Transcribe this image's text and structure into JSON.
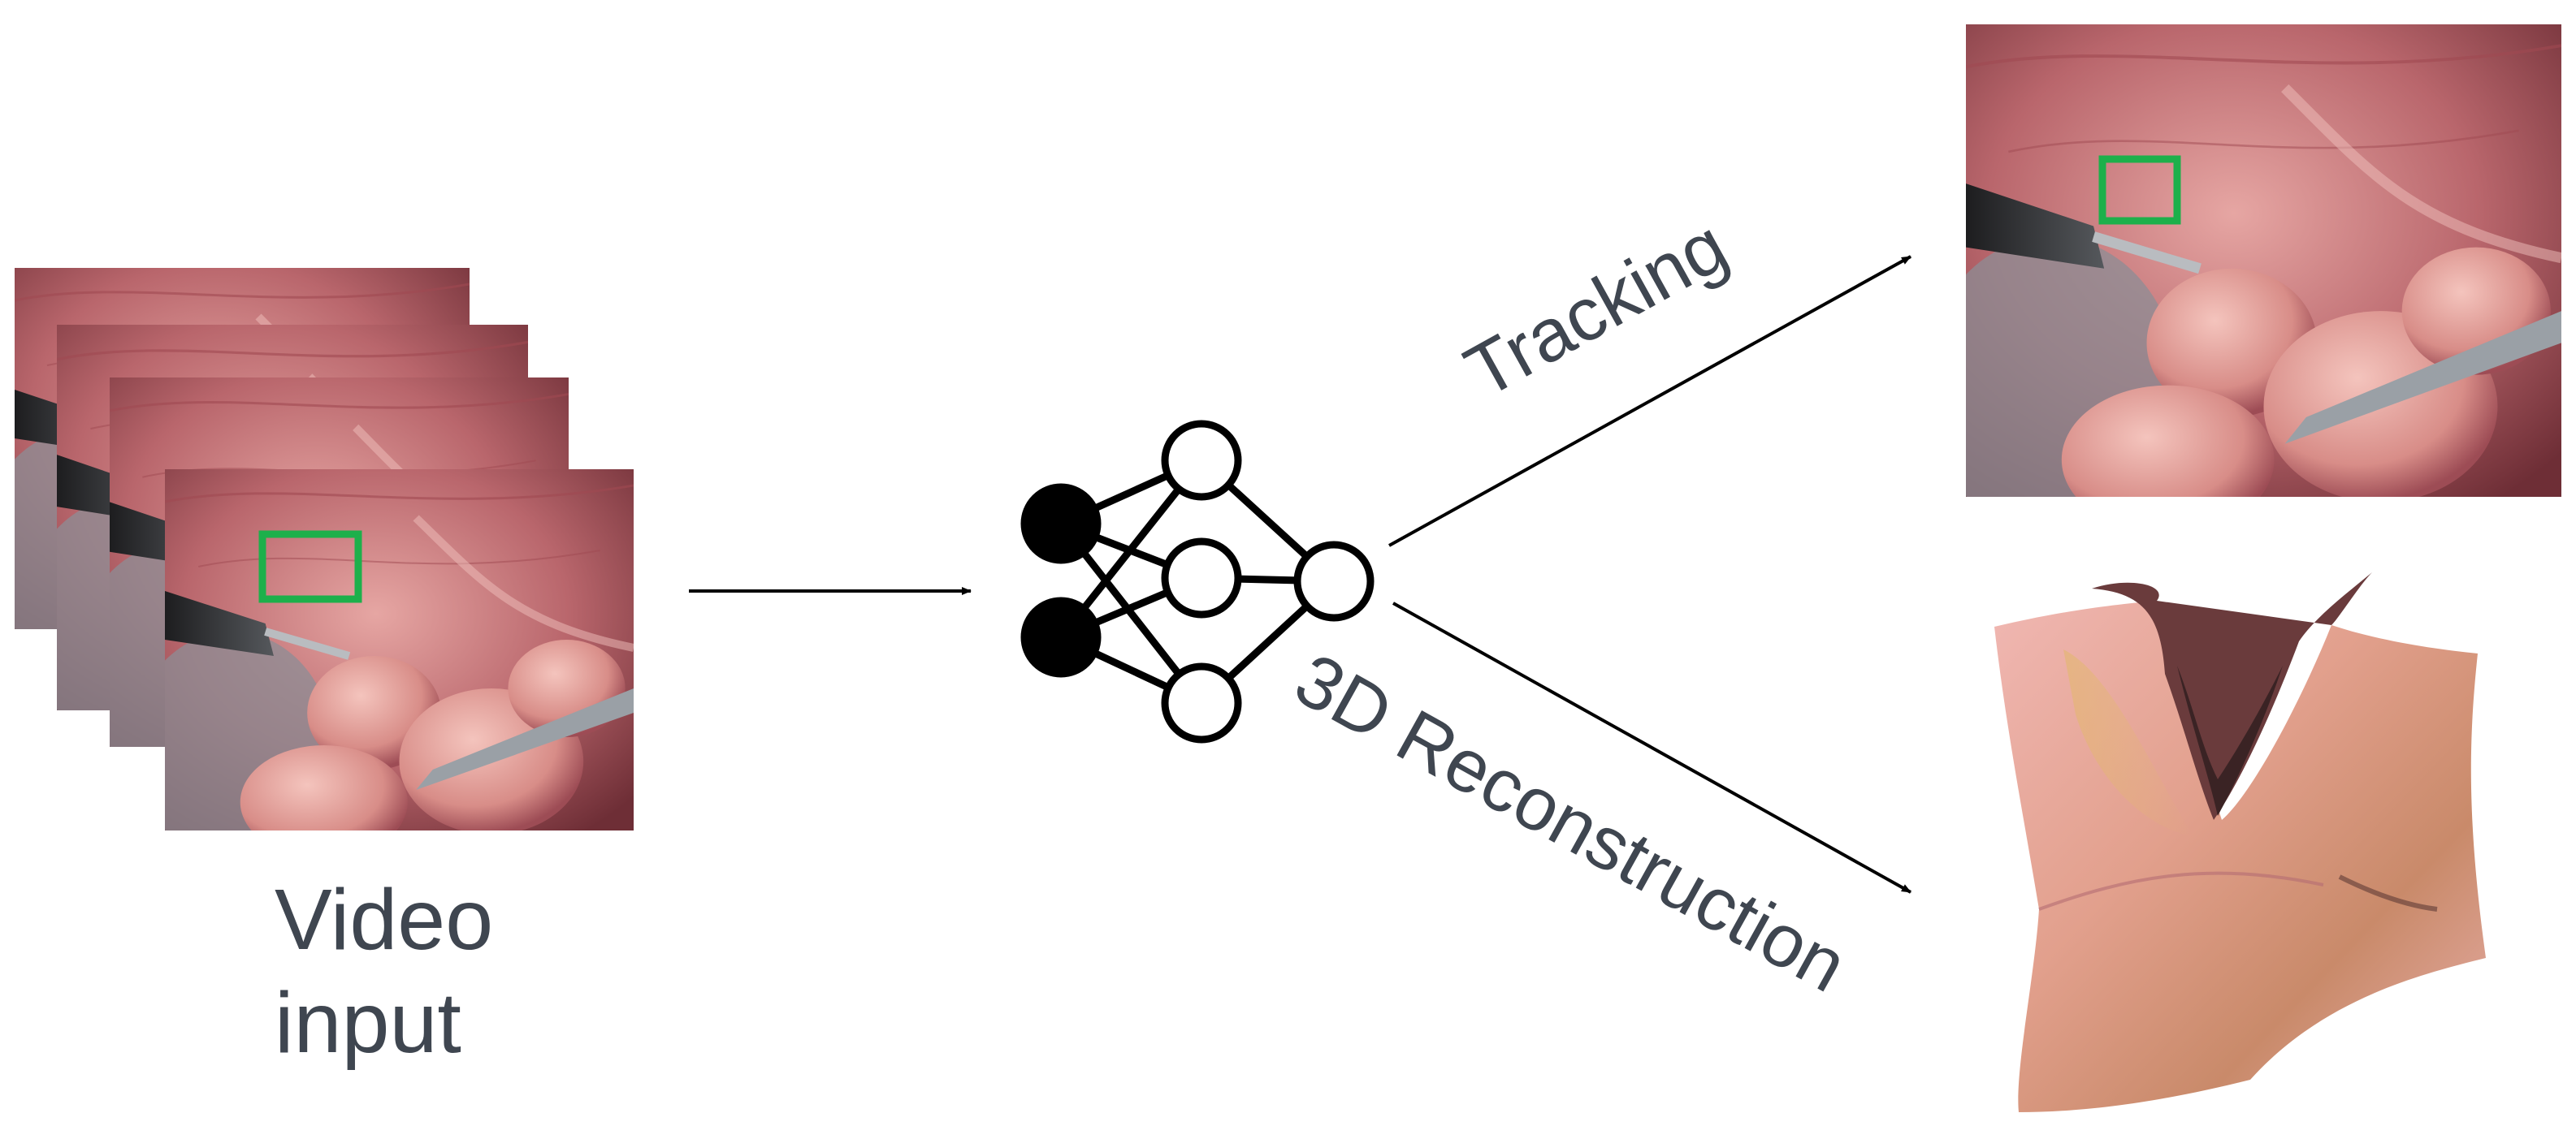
{
  "labels": {
    "video_input": "Video\ninput",
    "tracking": "Tracking",
    "reconstruction": "3D Reconstruction"
  },
  "colors": {
    "text": "#3f4650",
    "tracking_box": "#1db04b",
    "tissue_base": "#b9666c",
    "tissue_light": "#e9b2ae",
    "arrow": "#000000"
  },
  "neural_network": {
    "input_nodes": 2,
    "hidden_nodes": 3,
    "output_nodes": 1
  }
}
